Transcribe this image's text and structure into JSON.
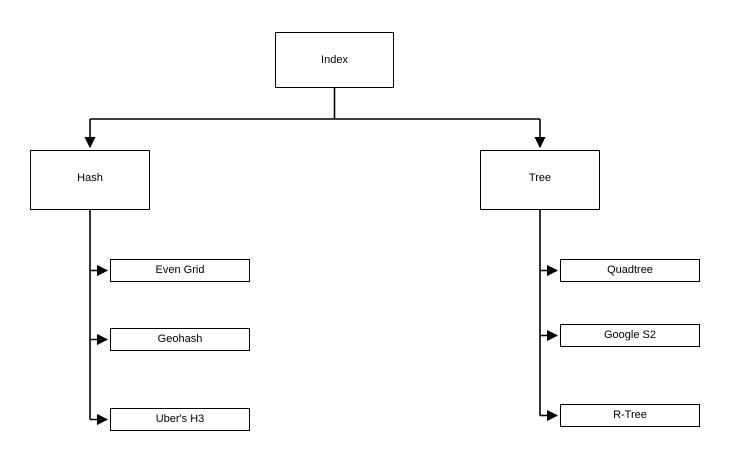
{
  "diagram": {
    "title": "Index",
    "nodes": {
      "index": {
        "label": "Index"
      },
      "hash": {
        "label": "Hash"
      },
      "tree": {
        "label": "Tree"
      },
      "even_grid": {
        "label": "Even Grid"
      },
      "geohash": {
        "label": "Geohash"
      },
      "ubers_h3": {
        "label": "Uber's H3"
      },
      "quadtree": {
        "label": "Quadtree"
      },
      "google_s2": {
        "label": "Google S2"
      },
      "r_tree": {
        "label": "R-Tree"
      }
    },
    "edges": [
      {
        "from": "index",
        "to": "hash",
        "style": "elbow-down-left",
        "arrow": "down"
      },
      {
        "from": "index",
        "to": "tree",
        "style": "elbow-down-right",
        "arrow": "down"
      },
      {
        "from": "hash",
        "to": "even_grid",
        "style": "elbow-right",
        "arrow": "right"
      },
      {
        "from": "hash",
        "to": "geohash",
        "style": "elbow-right",
        "arrow": "right"
      },
      {
        "from": "hash",
        "to": "ubers_h3",
        "style": "elbow-right",
        "arrow": "right"
      },
      {
        "from": "tree",
        "to": "quadtree",
        "style": "elbow-right",
        "arrow": "right"
      },
      {
        "from": "tree",
        "to": "google_s2",
        "style": "elbow-right",
        "arrow": "right"
      },
      {
        "from": "tree",
        "to": "r_tree",
        "style": "elbow-right",
        "arrow": "right"
      }
    ],
    "colors": {
      "background": "#ffffff",
      "node_fill": "#ffffff",
      "stroke": "#000000",
      "text": "#000000"
    }
  }
}
